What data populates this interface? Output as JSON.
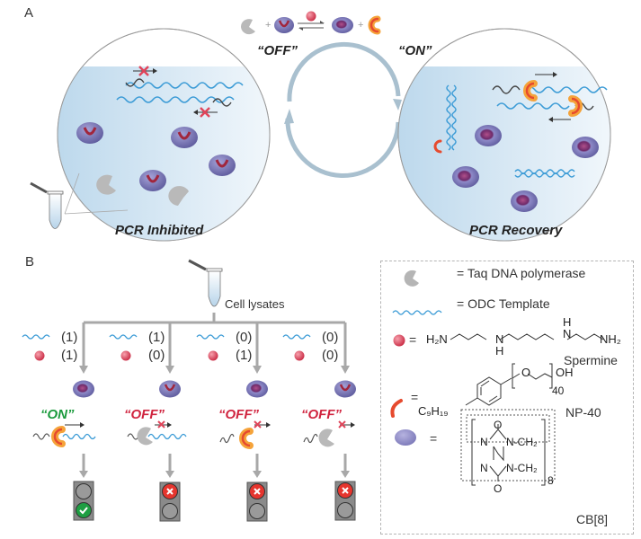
{
  "panel_a": {
    "label": "A",
    "left_caption": "PCR Inhibited",
    "right_caption": "PCR Recovery",
    "equation": {
      "reactants": [
        "taq-polymerase",
        "cb8-np40-complex"
      ],
      "catalyst": "spermine",
      "products": [
        "cb8-spermine-complex",
        "np40"
      ],
      "off_label": "“OFF”",
      "on_label": "“ON”"
    }
  },
  "panel_b": {
    "label": "B",
    "source_label": "Cell lysates",
    "branches": [
      {
        "template": "(1)",
        "spermine": "(1)",
        "state": "“ON”",
        "state_color": "#1a9a3c",
        "light": "green"
      },
      {
        "template": "(1)",
        "spermine": "(0)",
        "state": "“OFF”",
        "state_color": "#d0243f",
        "light": "red"
      },
      {
        "template": "(0)",
        "spermine": "(1)",
        "state": "“OFF”",
        "state_color": "#d0243f",
        "light": "red"
      },
      {
        "template": "(0)",
        "spermine": "(0)",
        "state": "“OFF”",
        "state_color": "#d0243f",
        "light": "red"
      }
    ]
  },
  "legend": {
    "taq": "= Taq DNA polymerase",
    "template": "=  ODC Template",
    "spermine_name": "Spermine",
    "spermine_h2n": "H₂N",
    "spermine_nh2": "NH₂",
    "spermine_nh": "N",
    "spermine_h": "H",
    "np40_name": "NP-40",
    "np40_sub": "40",
    "np40_oh": "OH",
    "np40_o": "O",
    "np40_alkyl": "C₉H₁₉",
    "cb8_name": "CB[8]",
    "cb8_repeat": "8",
    "cb8_ch2": "N-CH₂",
    "cb8_n": "N",
    "cb8_o": "O",
    "equals": "="
  },
  "colors": {
    "solution": "#cfe3f2",
    "dna_blue": "#3b9bd6",
    "cb8": "#7b78b8",
    "spermine": "#e0455a",
    "np40": "#e64a2e",
    "np40_halo": "#f5a33a",
    "taq": "#b9b9b9",
    "cycle": "#a9c0cf"
  }
}
